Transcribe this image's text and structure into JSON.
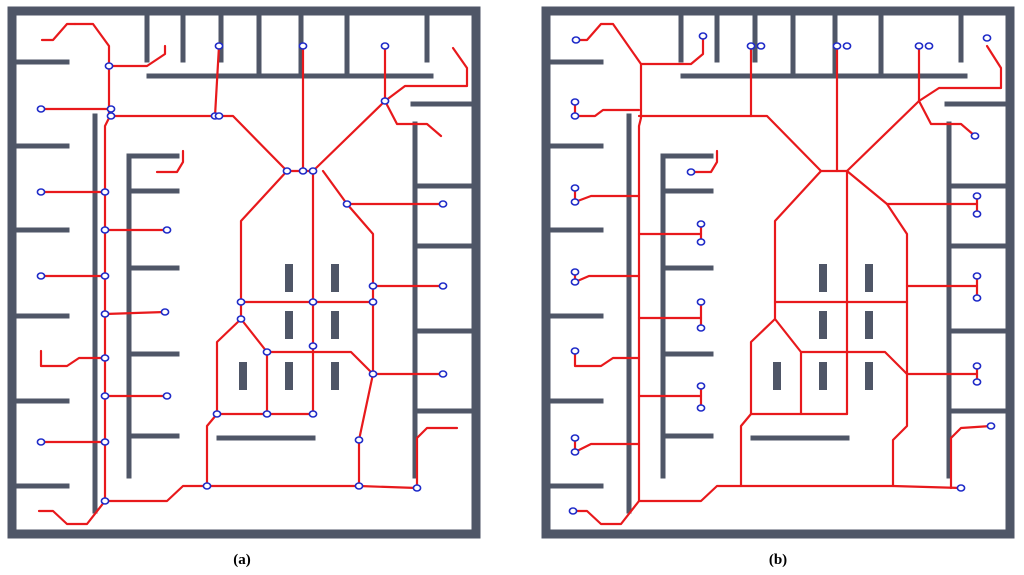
{
  "figure": {
    "panels": [
      {
        "id": "a",
        "caption": "(a)"
      },
      {
        "id": "b",
        "caption": "(b)"
      }
    ]
  },
  "colors": {
    "wall": "#4f5667",
    "route": "#e8191c",
    "node_outline": "#1f2bc8",
    "node_fill": "#ffffff",
    "background": "#ffffff"
  }
}
